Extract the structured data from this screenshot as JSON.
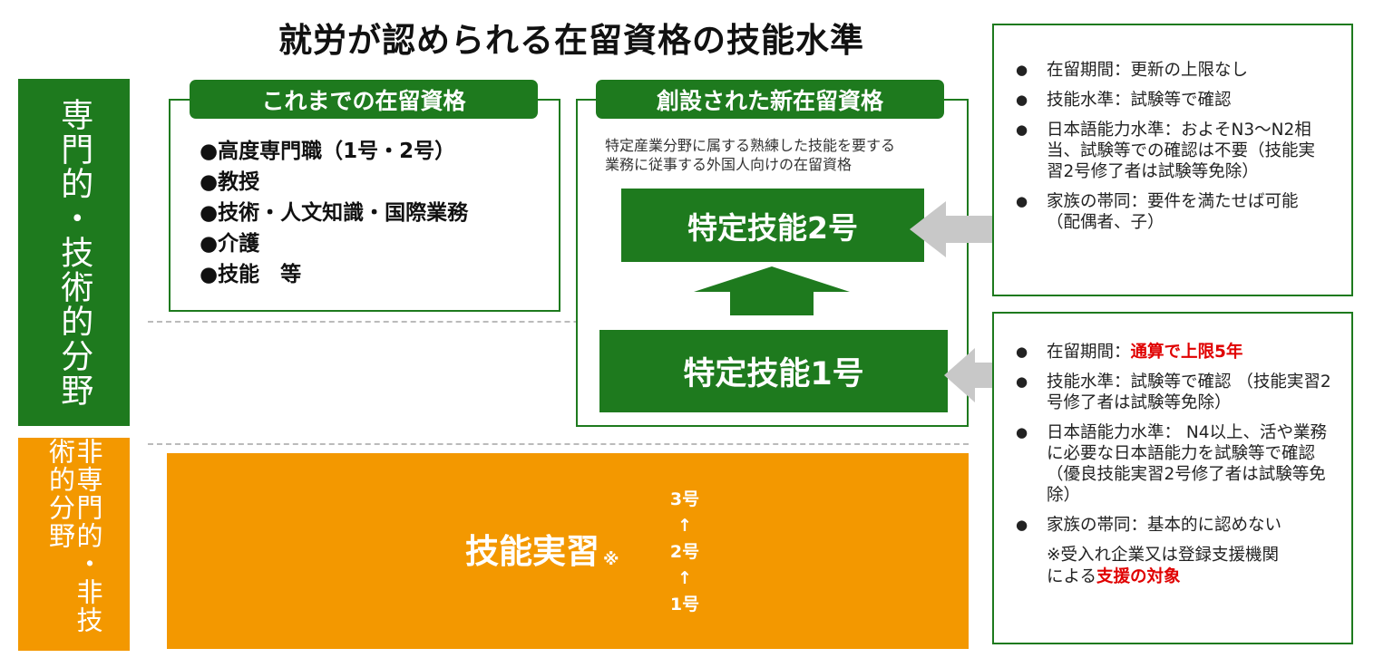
{
  "title": "就労が認められる在留資格の技能水準",
  "left_bands": {
    "professional": "専門的・技術的分野",
    "non_professional": "非専門的・非技術的分野"
  },
  "old_status": {
    "header": "これまでの在留資格",
    "items": [
      "●高度専門職（1号・2号）",
      "●教授",
      "●技術・人文知識・国際業務",
      "●介護",
      "●技能　等"
    ]
  },
  "new_status": {
    "header": "創設された新在留資格",
    "desc_line1": "特定産業分野に属する熟練した技能を要する",
    "desc_line2": "業務に従事する外国人向けの在留資格",
    "level2": "特定技能2号",
    "level1": "特定技能1号"
  },
  "training": {
    "label": "技能実習",
    "note_mark": "※",
    "levels": [
      "3号",
      "↑",
      "2号",
      "↑",
      "1号"
    ]
  },
  "info_level2": {
    "items": [
      "在留期間：更新の上限なし",
      "技能水準：試験等で確認",
      "日本語能力水準：およそN3～N2相当、試験等での確認は不要（技能実習2号修了者は試験等免除）",
      "家族の帯同：要件を満たせば可能（配偶者、子）"
    ]
  },
  "info_level1": {
    "stay_prefix": "在留期間：",
    "stay_highlight": "通算で上限5年",
    "items": [
      "技能水準：試験等で確認 （技能実習2号修了者は試験等免除）",
      "日本語能力水準： N4以上、活や業務に必要な日本語能力を試験等で確認（優良技能実習2号修了者は試験等免除）",
      "家族の帯同：基本的に認めない"
    ],
    "footnote_line1": "※受入れ企業又は登録支援機関",
    "footnote_prefix": "による",
    "footnote_highlight": "支援の対象"
  },
  "colors": {
    "green": "#1e7a1e",
    "orange": "#f39800",
    "arrow_gray": "#c8c8c8",
    "highlight_red": "#e00000"
  },
  "icons": {
    "bullet": "●",
    "up_arrow": "up-arrow-icon",
    "left_arrow": "left-arrow-icon"
  }
}
